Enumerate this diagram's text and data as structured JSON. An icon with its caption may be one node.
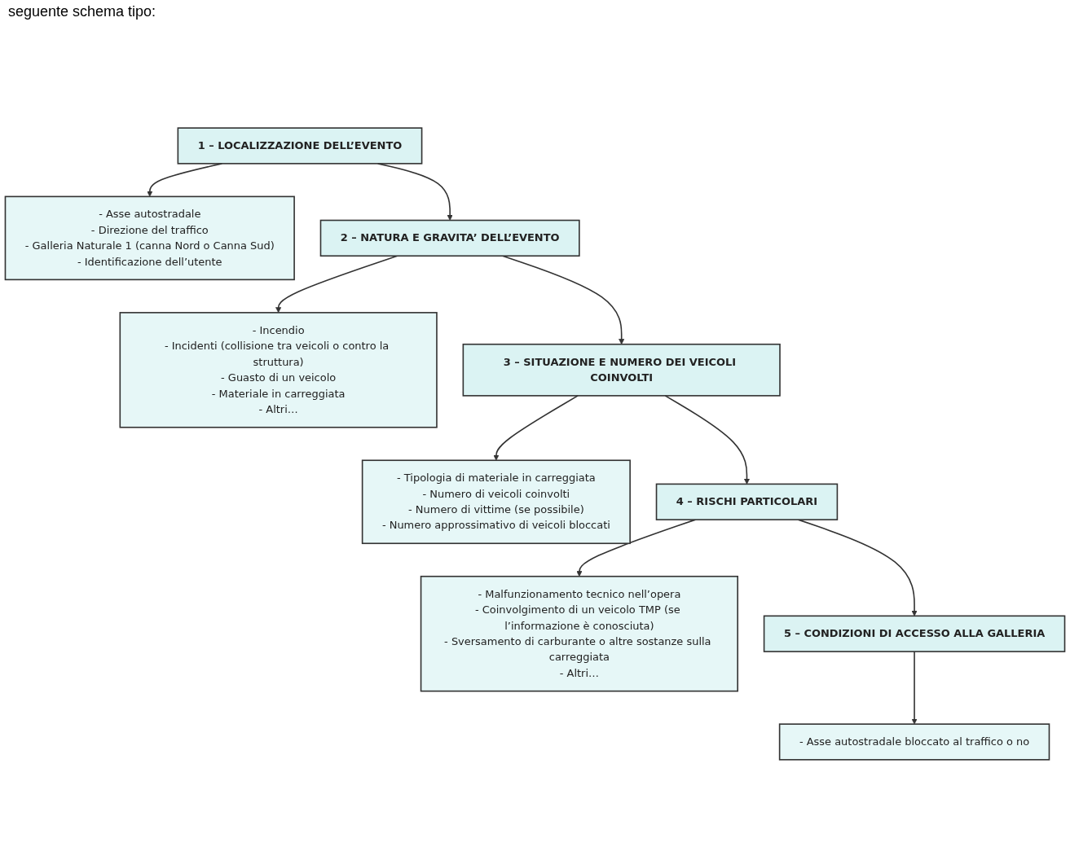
{
  "diagram": {
    "nodes": [
      {
        "text": [
          "1 – LOCALIZZAZIONE DELL’EVENTO"
        ]
      },
      {
        "text": [
          "- Asse autostradale",
          "- Direzione del traffico",
          "- Galleria Naturale 1 (canna Nord o Canna Sud)",
          "- Identificazione dell’utente"
        ]
      },
      {
        "text": [
          "2 – NATURA E GRAVITA’ DELL’EVENTO"
        ]
      },
      {
        "text": [
          "- Incendio",
          "- Incidenti (collisione tra veicoli o contro la struttura)",
          "- Guasto di un veicolo",
          "- Materiale in carreggiata",
          "- Altri…"
        ]
      },
      {
        "text": [
          "3 – SITUAZIONE E NUMERO DEI VEICOLI COINVOLTI"
        ]
      },
      {
        "text": [
          "- Tipologia di materiale in carreggiata",
          "- Numero di veicoli coinvolti",
          "- Numero di vittime (se possibile)",
          "- Numero approssimativo di veicoli bloccati"
        ]
      },
      {
        "text": [
          "4 – RISCHI PARTICOLARI"
        ]
      },
      {
        "text": [
          "- Malfunzionamento tecnico nell’opera",
          "- Coinvolgimento di un veicolo TMP (se l’informazione è conosciuta)",
          "- Sversamento di carburante o altre sostanze sulla carreggiata",
          "- Altri…"
        ]
      },
      {
        "text": [
          "5 – CONDIZIONI DI ACCESSO ALLA GALLERIA"
        ]
      },
      {
        "text": [
          "- Asse autostradale bloccato al traffico o no"
        ]
      }
    ],
    "edges": [
      {
        "from": 0,
        "to": 1,
        "arrow": "to"
      },
      {
        "from": 0,
        "to": 2,
        "arrow": "to"
      },
      {
        "from": 2,
        "to": 3,
        "arrow": "to"
      },
      {
        "from": 2,
        "to": 4,
        "arrow": "to"
      },
      {
        "from": 4,
        "to": 5,
        "arrow": "to"
      },
      {
        "from": 4,
        "to": 6,
        "arrow": "to"
      },
      {
        "from": 6,
        "to": 7,
        "arrow": "to"
      },
      {
        "from": 6,
        "to": 8,
        "arrow": "to"
      },
      {
        "from": 8,
        "to": 9,
        "arrow": "to"
      }
    ],
    "labels": [
      "seguente schema tipo:"
    ]
  }
}
